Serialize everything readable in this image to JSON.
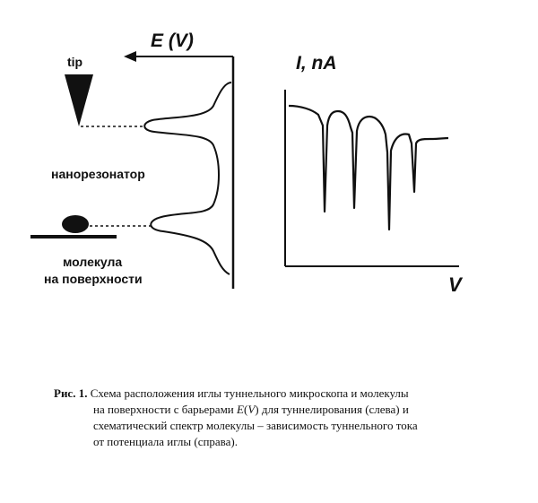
{
  "left_diagram": {
    "axis_label": "E (V)",
    "tip_label": "tip",
    "resonator_label": "нанорезонатор",
    "molecule_label_line1": "молекула",
    "molecule_label_line2": "на поверхности"
  },
  "right_diagram": {
    "y_axis_label": "I, nA",
    "x_axis_label": "V"
  },
  "caption": {
    "lead": "Рис. 1.",
    "line1": "Схема расположения иглы туннельного микроскопа и молекулы",
    "line2_a": "на поверхности с барьерами ",
    "line2_e": "E",
    "line2_b": "(",
    "line2_v": "V",
    "line2_c": ") для туннелирования (слева) и",
    "line3": "схематический спектр молекулы – зависимость туннельного тока",
    "line4": "от потенциала иглы (справа)."
  },
  "colors": {
    "ink": "#111111",
    "background": "#ffffff"
  }
}
